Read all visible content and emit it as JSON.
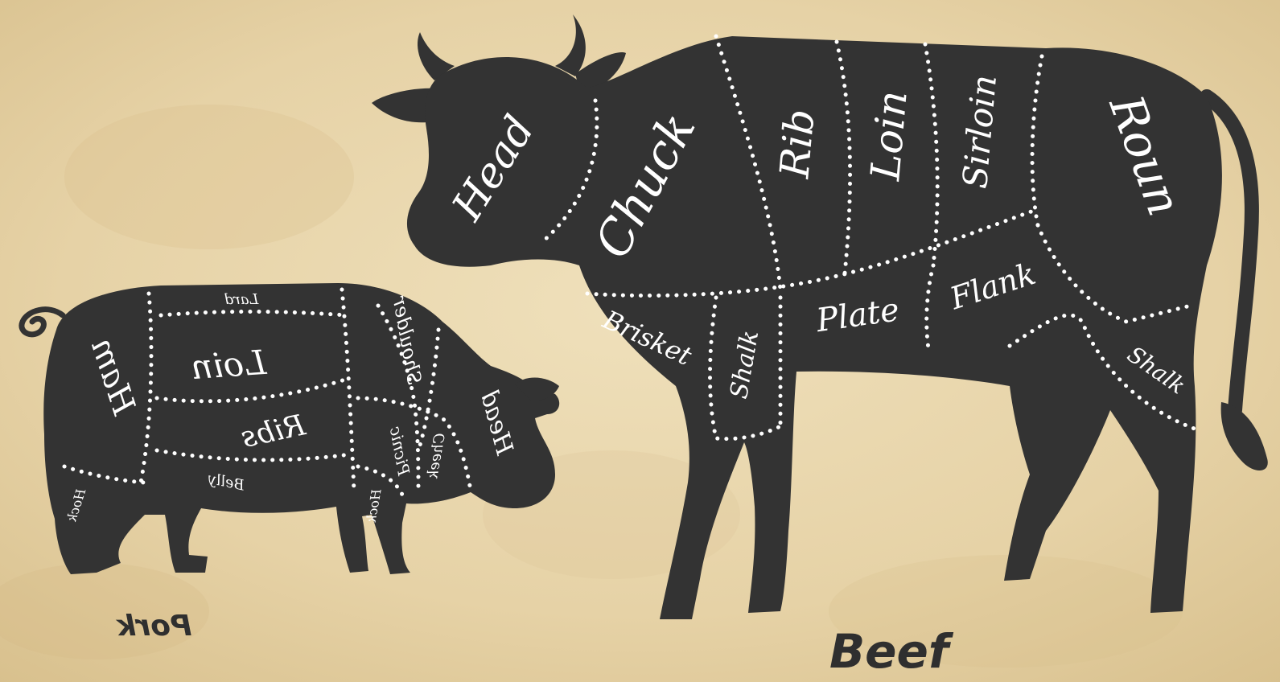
{
  "colors": {
    "background": "#e8d6ae",
    "silhouette": "#333333",
    "cut_lines": "#ffffff",
    "caption": "#2f2f2f"
  },
  "pork": {
    "caption": "Pork",
    "cuts": {
      "ham": "Ham",
      "lard": "Lard",
      "loin": "Loin",
      "ribs": "Ribs",
      "shoulder": "Shoulder",
      "head": "Head",
      "picnic": "Picnic",
      "cheek": "Cheek",
      "belly": "Belly",
      "hock_rear": "Hock",
      "hock_front": "Hock"
    }
  },
  "beef": {
    "caption": "Beef",
    "cuts": {
      "head": "Head",
      "chuck": "Chuck",
      "rib": "Rib",
      "loin": "Loin",
      "sirloin": "Sirloin",
      "round": "Roun",
      "brisket": "Brisket",
      "shank_front": "Shalk",
      "plate": "Plate",
      "flank": "Flank",
      "shank_rear": "Shalk"
    }
  }
}
